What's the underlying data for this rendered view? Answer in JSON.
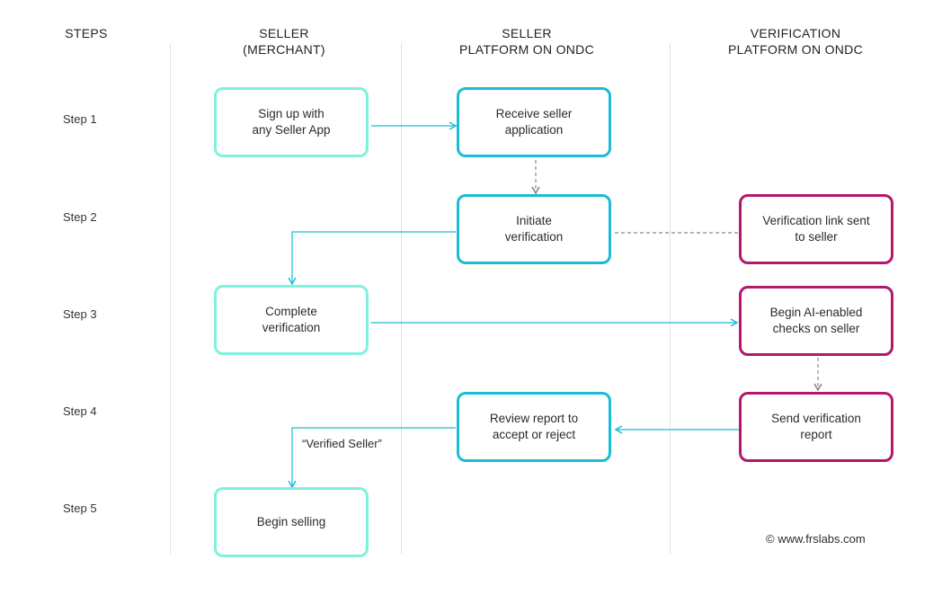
{
  "headers": {
    "steps": "STEPS",
    "seller": [
      "SELLER",
      "(MERCHANT)"
    ],
    "seller_platform": [
      "SELLER",
      "PLATFORM ON ONDC"
    ],
    "verification_platform": [
      "VERIFICATION",
      "PLATFORM ON ONDC"
    ]
  },
  "steps": [
    "Step  1",
    "Step 2",
    "Step 3",
    "Step 4",
    "Step 5"
  ],
  "boxes": {
    "sign_up": [
      "Sign up with",
      "any Seller App"
    ],
    "receive_application": [
      "Receive seller",
      "application"
    ],
    "initiate_verification": [
      "Initiate",
      "verification"
    ],
    "link_sent": [
      "Verification link sent",
      "to seller"
    ],
    "complete_verification": [
      "Complete",
      "verification"
    ],
    "begin_checks": [
      "Begin AI-enabled",
      "checks on seller"
    ],
    "review_report": [
      "Review report to",
      "accept or reject"
    ],
    "send_report": [
      "Send verification",
      "report"
    ],
    "begin_selling": [
      "Begin selling"
    ]
  },
  "edge_labels": {
    "verified_seller": "“Verified Seller”"
  },
  "footer": {
    "copyright": "© www.frslabs.com"
  },
  "colors": {
    "seller_box": "#7ef2dc",
    "platform_box": "#1bbbd6",
    "verification_box": "#b5166e",
    "arrow": "#1bbbd6",
    "dashed": "#888888"
  }
}
